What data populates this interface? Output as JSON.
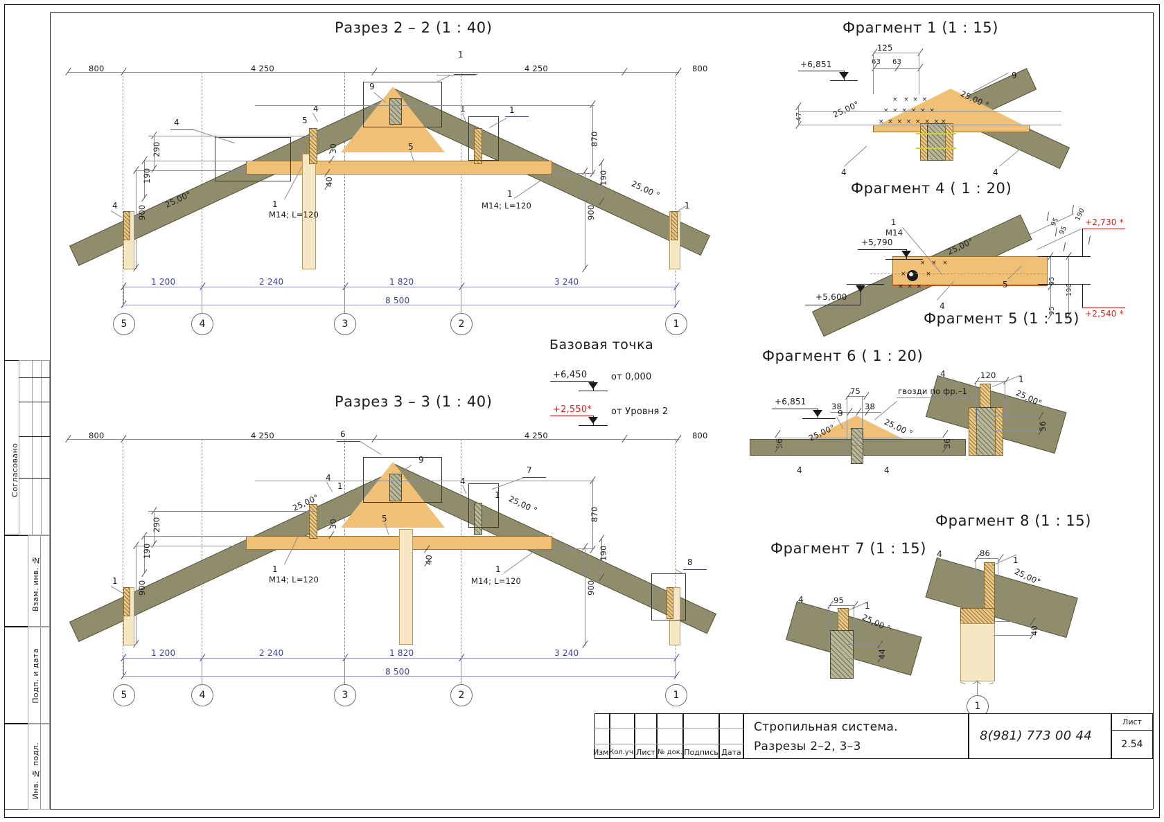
{
  "sheet": {
    "domain_note": "CAD construction drawing — roof truss sections"
  },
  "sidebar": {
    "labels": [
      "Согласовано",
      "Взам. инв. №",
      "Подп. и дата",
      "Инв. № подл."
    ]
  },
  "section_2": {
    "title": "Разрез 2 – 2 (1 : 40)",
    "top_dims": [
      "800",
      "4 250",
      "4 250",
      "800"
    ],
    "bottom_dims": [
      "1 200",
      "2 240",
      "1 820",
      "3 240"
    ],
    "overall_dim": "8 500",
    "grid_bubbles": [
      "5",
      "4",
      "3",
      "2",
      "1"
    ],
    "height_dims": [
      "870",
      "190",
      "900",
      "290",
      "190",
      "900",
      "30",
      "40"
    ],
    "angles": [
      "25,00°",
      "25,00 °"
    ],
    "part_tags": [
      "1",
      "4",
      "9",
      "4",
      "5",
      "1",
      "1",
      "4",
      "1",
      "5"
    ],
    "bolt_notes": [
      "M14; L=120",
      "M14; L=120"
    ]
  },
  "section_3": {
    "title": "Разрез 3 – 3 (1 : 40)",
    "top_dims": [
      "800",
      "4 250",
      "4 250",
      "800"
    ],
    "bottom_dims": [
      "1 200",
      "2 240",
      "1 820",
      "3 240"
    ],
    "overall_dim": "8 500",
    "grid_bubbles": [
      "5",
      "4",
      "3",
      "2",
      "1"
    ],
    "height_dims": [
      "870",
      "190",
      "900",
      "290",
      "190",
      "900",
      "30",
      "40"
    ],
    "angles": [
      "25,00°",
      "25,00 °"
    ],
    "part_tags": [
      "6",
      "9",
      "4",
      "7",
      "1",
      "4",
      "5",
      "1",
      "1",
      "8"
    ],
    "bolt_notes": [
      "M14; L=120",
      "M14; L=120"
    ]
  },
  "base_point": {
    "title": "Базовая точка",
    "rows": [
      {
        "level": "+6,450",
        "from": "от 0,000",
        "red": false
      },
      {
        "level": "+2,550*",
        "from": "от Уровня 2",
        "red": true
      }
    ]
  },
  "fragments": [
    {
      "id": "fr1",
      "title": "Фрагмент 1 (1 : 15)",
      "level": "+6,851",
      "dims": [
        "125",
        "63",
        "63",
        "47"
      ],
      "angles": [
        "25,00°",
        "25,00 °"
      ],
      "tags": [
        "9",
        "4",
        "4"
      ]
    },
    {
      "id": "fr4",
      "title": "Фрагмент 4 ( 1 : 20)",
      "levels": [
        "+5,790",
        "+5,600"
      ],
      "levels_red": [
        "+2,730 *",
        "+2,540 *"
      ],
      "dims": [
        "190",
        "95",
        "95",
        "95",
        "95",
        "190"
      ],
      "angles": [
        "25,00°"
      ],
      "tags": [
        "1",
        "M14",
        "4",
        "5"
      ]
    },
    {
      "id": "fr5",
      "title": "Фрагмент 5 (1 : 15)",
      "dims": [
        "120",
        "56"
      ],
      "angles": [
        "25,00°"
      ],
      "tags": [
        "4",
        "1"
      ]
    },
    {
      "id": "fr6",
      "title": "Фрагмент 6 ( 1 : 20)",
      "level": "+6,851",
      "dims": [
        "75",
        "38",
        "38",
        "36",
        "36"
      ],
      "angles": [
        "25,00°",
        "25,00 °"
      ],
      "tags": [
        "9",
        "4",
        "4"
      ],
      "note": "гвозди по фр.–1"
    },
    {
      "id": "fr7",
      "title": "Фрагмент 7 (1 : 15)",
      "dims": [
        "95",
        "44"
      ],
      "angles": [
        "25,00 °"
      ],
      "tags": [
        "4",
        "1"
      ]
    },
    {
      "id": "fr8",
      "title": "Фрагмент 8 (1 : 15)",
      "dims": [
        "86",
        "40"
      ],
      "angles": [
        "25,00°"
      ],
      "tags": [
        "4",
        "1"
      ],
      "bubble": "1"
    }
  ],
  "title_block": {
    "columns": [
      "Изм.",
      "Кол.уч.",
      "Лист",
      "№ док.",
      "Подпись",
      "Дата"
    ],
    "project_line1": "Стропильная система.",
    "project_line2": "Разрезы 2–2, 3–3",
    "phone": "8(981) 773 00 44",
    "sheet_label": "Лист",
    "sheet_number": "2.54"
  },
  "colors": {
    "rafter": "#8f8d6b",
    "beam": "#efc076",
    "post": "#f6e7c4",
    "blue_dim": "#3b3fa0",
    "red_level": "#e02020",
    "line": "#6a6a6a"
  }
}
